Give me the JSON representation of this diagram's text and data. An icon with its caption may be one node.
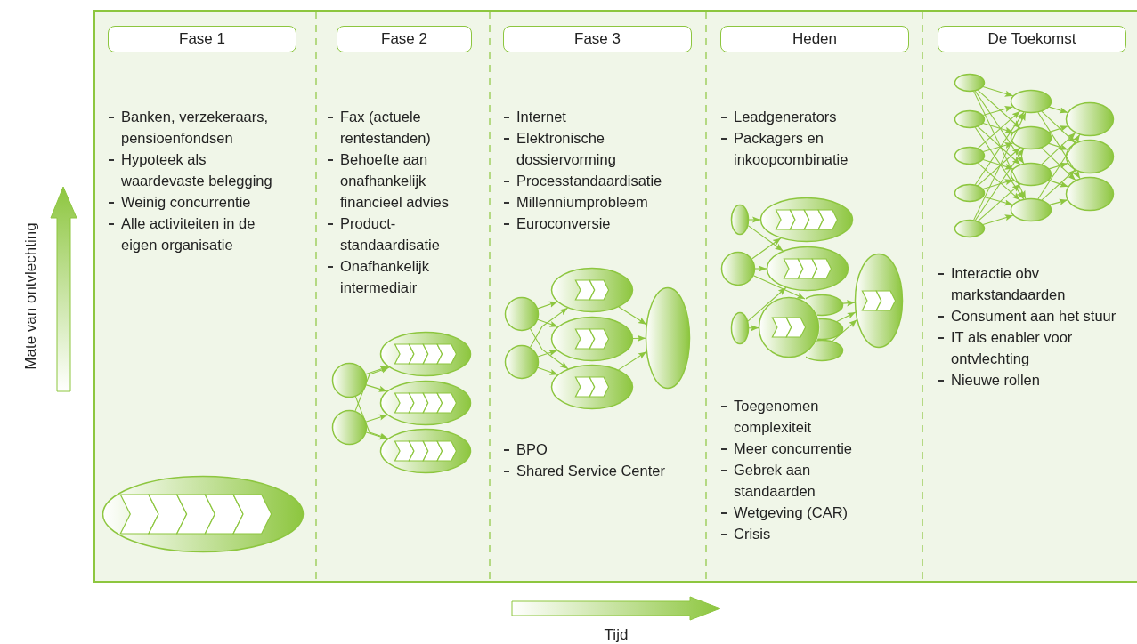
{
  "diagram": {
    "nodes": [
      {
        "text": [
          "Fase 1"
        ]
      },
      {
        "text": [
          "Fase 2"
        ]
      },
      {
        "text": [
          "Fase 3"
        ]
      },
      {
        "text": [
          "Heden"
        ]
      },
      {
        "text": [
          "De Toekomst"
        ]
      },
      {
        "text": [],
        "shape": "ellipse"
      },
      {
        "text": [],
        "shape": "circle"
      },
      {
        "text": [],
        "shape": "circle"
      },
      {
        "text": [],
        "shape": "ellipse"
      },
      {
        "text": [],
        "shape": "ellipse"
      },
      {
        "text": [],
        "shape": "ellipse"
      },
      {
        "text": [],
        "shape": "circle"
      },
      {
        "text": [],
        "shape": "circle"
      },
      {
        "text": [],
        "shape": "ellipse"
      },
      {
        "text": [],
        "shape": "ellipse"
      },
      {
        "text": [],
        "shape": "ellipse"
      },
      {
        "text": [],
        "shape": "ellipse"
      },
      {
        "text": [],
        "shape": "ellipse"
      },
      {
        "text": [],
        "shape": "circle"
      },
      {
        "text": [],
        "shape": "ellipse"
      },
      {
        "text": [],
        "shape": "ellipse"
      },
      {
        "text": [],
        "shape": "ellipse"
      },
      {
        "text": [],
        "shape": "circle"
      },
      {
        "text": [],
        "shape": "ellipse"
      },
      {
        "text": [],
        "shape": "ellipse"
      },
      {
        "text": [],
        "shape": "ellipse"
      },
      {
        "text": [],
        "shape": "ellipse"
      },
      {
        "text": [],
        "shape": "ellipse"
      },
      {
        "text": [],
        "shape": "ellipse"
      },
      {
        "text": [],
        "shape": "ellipse"
      },
      {
        "text": [],
        "shape": "ellipse"
      },
      {
        "text": [],
        "shape": "ellipse"
      },
      {
        "text": [],
        "shape": "ellipse"
      },
      {
        "text": [],
        "shape": "ellipse"
      },
      {
        "text": [],
        "shape": "ellipse"
      },
      {
        "text": [],
        "shape": "ellipse"
      },
      {
        "text": [],
        "shape": "ellipse"
      },
      {
        "text": [],
        "shape": "ellipse"
      },
      {
        "text": [],
        "shape": "ellipse"
      }
    ],
    "edges": [
      {
        "from": 6,
        "to": 8,
        "arrow": "to"
      },
      {
        "from": 6,
        "to": 9,
        "arrow": "to"
      },
      {
        "from": 6,
        "to": 10,
        "arrow": "to"
      },
      {
        "from": 7,
        "to": 8,
        "arrow": "to"
      },
      {
        "from": 7,
        "to": 9,
        "arrow": "to"
      },
      {
        "from": 7,
        "to": 10,
        "arrow": "to"
      },
      {
        "from": 11,
        "to": 13,
        "arrow": "to"
      },
      {
        "from": 11,
        "to": 14,
        "arrow": "to"
      },
      {
        "from": 11,
        "to": 15,
        "arrow": "to"
      },
      {
        "from": 12,
        "to": 13,
        "arrow": "to"
      },
      {
        "from": 12,
        "to": 14,
        "arrow": "to"
      },
      {
        "from": 12,
        "to": 15,
        "arrow": "to"
      },
      {
        "from": 13,
        "to": 16,
        "arrow": "to"
      },
      {
        "from": 14,
        "to": 16,
        "arrow": "to"
      },
      {
        "from": 15,
        "to": 16,
        "arrow": "to"
      },
      {
        "from": 17,
        "to": 20,
        "arrow": "to"
      },
      {
        "from": 17,
        "to": 21,
        "arrow": "to"
      },
      {
        "from": 18,
        "to": 20,
        "arrow": "to"
      },
      {
        "from": 18,
        "to": 21,
        "arrow": "to"
      },
      {
        "from": 18,
        "to": 23,
        "arrow": "to"
      },
      {
        "from": 19,
        "to": 21,
        "arrow": "to"
      },
      {
        "from": 19,
        "to": 22,
        "arrow": "to"
      },
      {
        "from": 23,
        "to": 26,
        "arrow": "to"
      },
      {
        "from": 24,
        "to": 26,
        "arrow": "to"
      },
      {
        "from": 25,
        "to": 26,
        "arrow": "to"
      },
      {
        "from": 27,
        "to": 32,
        "arrow": "to"
      },
      {
        "from": 27,
        "to": 33,
        "arrow": "to"
      },
      {
        "from": 27,
        "to": 34,
        "arrow": "to"
      },
      {
        "from": 27,
        "to": 35,
        "arrow": "to"
      },
      {
        "from": 28,
        "to": 32,
        "arrow": "to"
      },
      {
        "from": 28,
        "to": 33,
        "arrow": "to"
      },
      {
        "from": 28,
        "to": 34,
        "arrow": "to"
      },
      {
        "from": 28,
        "to": 35,
        "arrow": "to"
      },
      {
        "from": 29,
        "to": 32,
        "arrow": "to"
      },
      {
        "from": 29,
        "to": 33,
        "arrow": "to"
      },
      {
        "from": 29,
        "to": 34,
        "arrow": "to"
      },
      {
        "from": 29,
        "to": 35,
        "arrow": "to"
      },
      {
        "from": 30,
        "to": 32,
        "arrow": "to"
      },
      {
        "from": 30,
        "to": 33,
        "arrow": "to"
      },
      {
        "from": 30,
        "to": 34,
        "arrow": "to"
      },
      {
        "from": 30,
        "to": 35,
        "arrow": "to"
      },
      {
        "from": 31,
        "to": 32,
        "arrow": "to"
      },
      {
        "from": 31,
        "to": 33,
        "arrow": "to"
      },
      {
        "from": 31,
        "to": 34,
        "arrow": "to"
      },
      {
        "from": 31,
        "to": 35,
        "arrow": "to"
      },
      {
        "from": 32,
        "to": 36,
        "arrow": "to"
      },
      {
        "from": 32,
        "to": 37,
        "arrow": "to"
      },
      {
        "from": 32,
        "to": 38,
        "arrow": "to"
      },
      {
        "from": 33,
        "to": 36,
        "arrow": "to"
      },
      {
        "from": 33,
        "to": 37,
        "arrow": "to"
      },
      {
        "from": 33,
        "to": 38,
        "arrow": "to"
      },
      {
        "from": 34,
        "to": 36,
        "arrow": "to"
      },
      {
        "from": 34,
        "to": 37,
        "arrow": "to"
      },
      {
        "from": 34,
        "to": 38,
        "arrow": "to"
      },
      {
        "from": 35,
        "to": 36,
        "arrow": "to"
      },
      {
        "from": 35,
        "to": 37,
        "arrow": "to"
      },
      {
        "from": 35,
        "to": 38,
        "arrow": "to"
      }
    ],
    "labels": [
      "Banken, verzekeraars, pensioenfondsen",
      "Hypoteek als waardevaste belegging",
      "Weinig concurrentie",
      "Alle activiteiten in de eigen organisatie",
      "Fax (actuele rentestanden)",
      "Behoefte aan onafhankelijk financieel advies",
      "Product-standaardisatie",
      "Onafhankelijk intermediair",
      "Internet",
      "Elektronische dossiervorming",
      "Processtandaardisatie",
      "Millenniumprobleem",
      "Euroconversie",
      "BPO",
      "Shared Service Center",
      "Leadgenerators",
      "Packagers en inkoopcombinatie",
      "Toegenomen complexiteit",
      "Meer concurrentie",
      "Gebrek aan standaarden",
      "Wetgeving (CAR)",
      "Crisis",
      "Interactie obv markstandaarden",
      "Consument aan het stuur",
      "IT als enabler voor ontvlechting",
      "Nieuwe rollen",
      "Mate van ontvlechting",
      "Tijd"
    ]
  }
}
